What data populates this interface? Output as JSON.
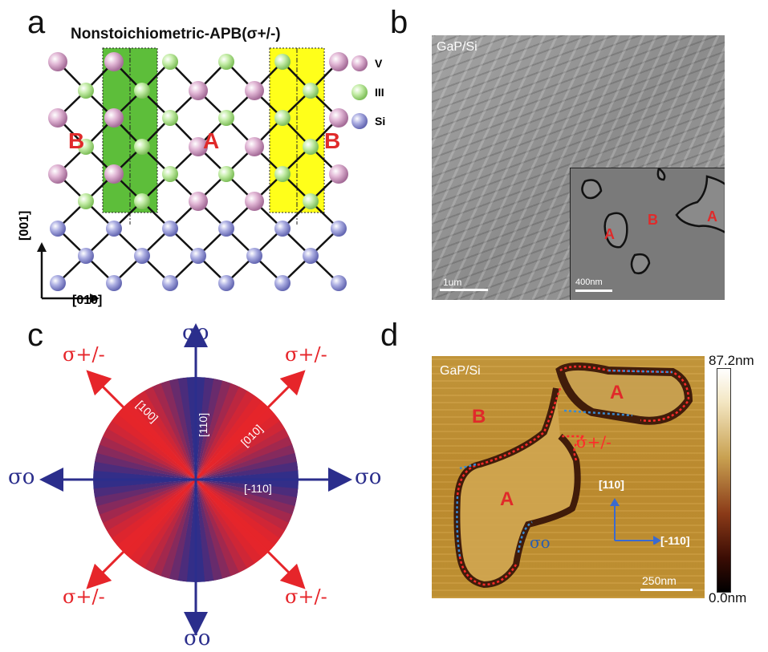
{
  "panels": {
    "a": {
      "letter": "a",
      "title": "Nonstoichiometric-APB(σ+/-)",
      "legend": [
        {
          "label": "V",
          "color": "#d7a9cc"
        },
        {
          "label": "III",
          "color": "#b9e39a"
        },
        {
          "label": "Si",
          "color": "#9c9ed6"
        }
      ],
      "region_labels": {
        "left": "B",
        "center": "A",
        "right": "B"
      },
      "axis_vertical": "[001]",
      "axis_horizontal": "[010]",
      "stripe_colors": {
        "green": "#5dbe3a",
        "yellow": "#ffff1a"
      }
    },
    "b": {
      "letter": "b",
      "sample": "GaP/Si",
      "scale_main": "1um",
      "inset": {
        "labels": [
          "A",
          "B",
          "A"
        ],
        "scale": "400nm"
      }
    },
    "c": {
      "letter": "c",
      "sigma_o": "σo",
      "sigma_pm": "σ+/-",
      "directions": [
        "[110]",
        "[100]",
        "[010]",
        "[-110]"
      ],
      "colors": {
        "red": "#e6252a",
        "blue": "#2b2e8c"
      }
    },
    "d": {
      "letter": "d",
      "sample": "GaP/Si",
      "region_labels": {
        "A_top": "A",
        "B": "B",
        "A_bottom": "A"
      },
      "sigma_pm": "σ+/-",
      "sigma_o": "σo",
      "dir_up": "[110]",
      "dir_right": "[-110]",
      "scale": "250nm",
      "colorbar_max": "87.2nm",
      "colorbar_min": "0.0nm"
    }
  }
}
